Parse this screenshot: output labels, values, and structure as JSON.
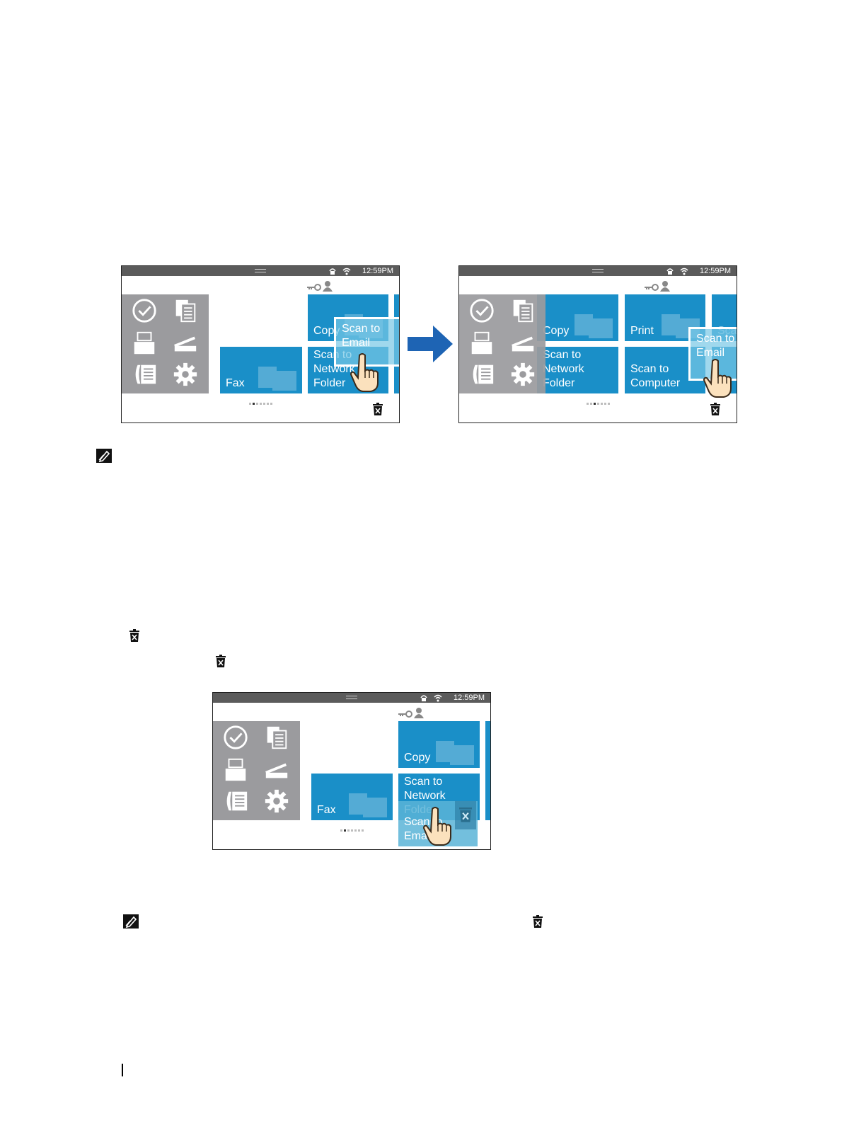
{
  "status_bar": {
    "time": "12:59PM"
  },
  "screen1": {
    "tiles": {
      "copy": "Copy",
      "scan_network": "Scan to\nNetwork\nFolder",
      "fax": "Fax"
    },
    "drag_tile": "Scan to\nEmail"
  },
  "screen2": {
    "tiles": {
      "copy": "Copy",
      "print": "Print",
      "scan_network": "Scan to\nNetwork\nFolder",
      "scan_computer": "Scan to\nComputer",
      "partial": "Sca"
    },
    "drag_tile": "Scan to\nEmail"
  },
  "screen3": {
    "tiles": {
      "copy": "Copy",
      "scan_network": "Scan to\nNetwork\nFolder",
      "fax": "Fax"
    },
    "drag_tile": "Scan to\nEmail"
  },
  "colors": {
    "tile": "#1a8fc8",
    "panel": "#9b9b9e",
    "statusbar": "#5b5b5b",
    "arrow": "#1e64b4"
  },
  "icons": [
    "job-status-icon",
    "copy-icon",
    "print-icon",
    "scanner-icon",
    "fax-icon",
    "settings-icon",
    "ethernet-icon",
    "wifi-icon",
    "key-icon",
    "user-icon",
    "trash-icon",
    "hand-pointer-icon",
    "note-icon"
  ]
}
